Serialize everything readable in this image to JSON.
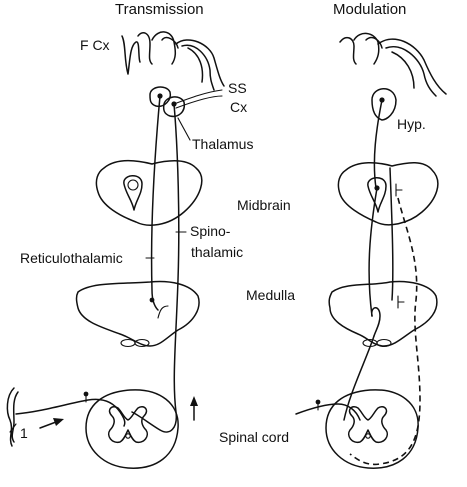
{
  "titles": {
    "left": "Transmission",
    "right": "Modulation"
  },
  "labels": {
    "frontal_cortex": "F Cx",
    "somatosensory_top": "SS",
    "somatosensory_bottom": "Cx",
    "thalamus": "Thalamus",
    "hypothalamus": "Hyp.",
    "midbrain": "Midbrain",
    "spinothalamic_top": "Spino-",
    "spinothalamic_bottom": "thalamic",
    "reticulothalamic": "Reticulothalamic",
    "medulla": "Medulla",
    "spinal_cord": "Spinal cord",
    "first_order_neuron": "1"
  }
}
